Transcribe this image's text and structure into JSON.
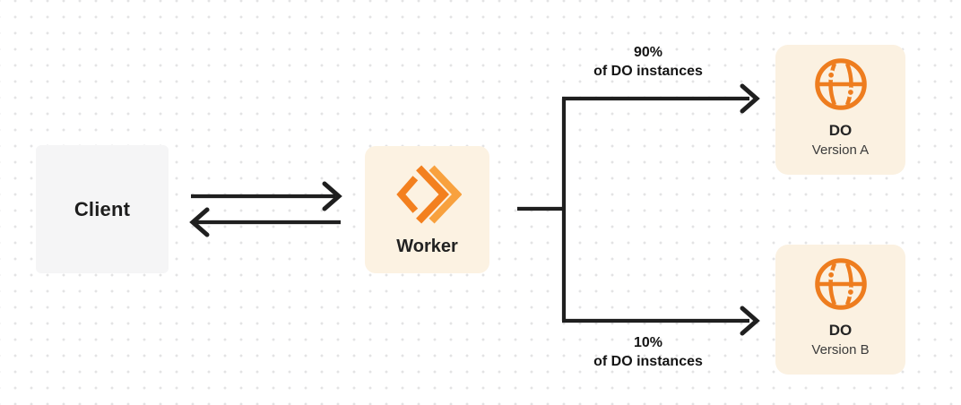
{
  "diagram": {
    "nodes": {
      "client": {
        "label": "Client"
      },
      "worker": {
        "label": "Worker",
        "icon": "workers-logo-icon"
      },
      "do_a": {
        "title": "DO",
        "subtitle": "Version A",
        "icon": "globe-icon"
      },
      "do_b": {
        "title": "DO",
        "subtitle": "Version B",
        "icon": "globe-icon"
      }
    },
    "edges": {
      "to_a": {
        "percent": "90%",
        "caption": "of DO instances"
      },
      "to_b": {
        "percent": "10%",
        "caption": "of DO instances"
      }
    },
    "colors": {
      "accent_orange": "#ee7d1f",
      "worker_logo_orange": "#f3801f",
      "worker_logo_orange_light": "#f8a13e",
      "node_cream_bg": "#fbf1e1",
      "client_gray_bg": "#f5f5f6",
      "arrow_dark": "#1f1f1f",
      "dot_grid": "#e3e3e4",
      "background": "#ffffff"
    }
  }
}
